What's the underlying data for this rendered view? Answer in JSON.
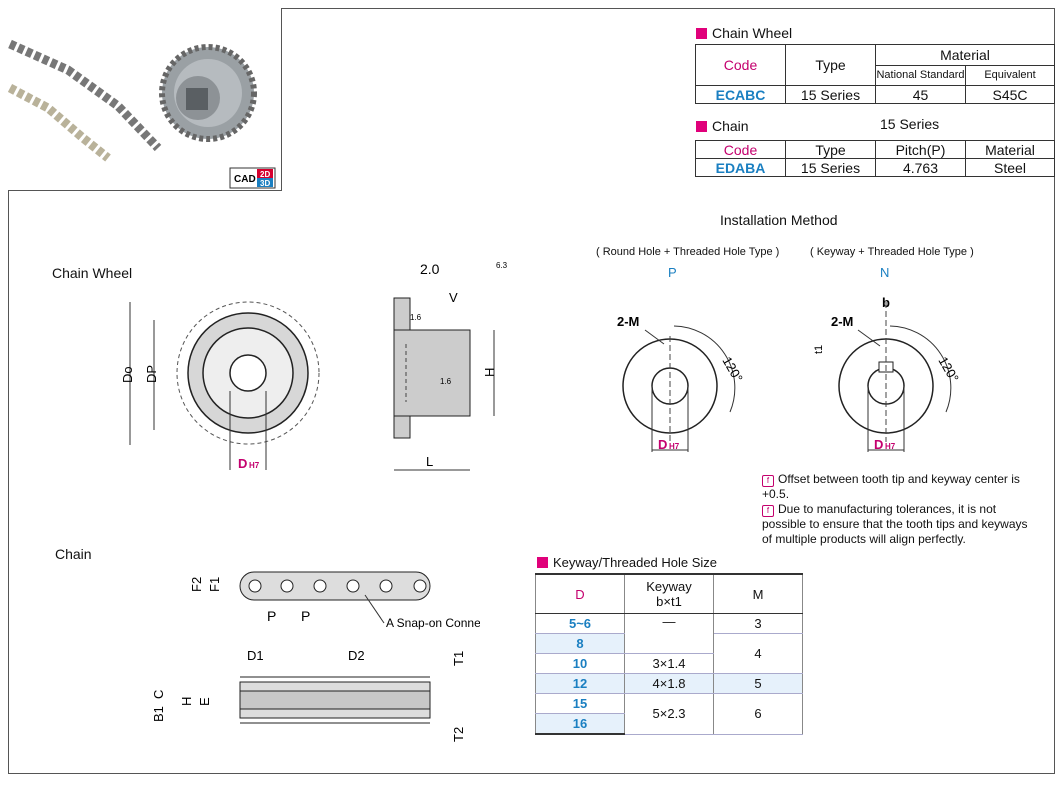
{
  "chain_wheel_table": {
    "title": "Chain Wheel",
    "headers": {
      "code": "Code",
      "type": "Type",
      "material": "Material",
      "national_standard": "National Standard",
      "equivalent": "Equivalent"
    },
    "row": {
      "code": "ECABC",
      "type": "15 Series",
      "national": "45",
      "equivalent": "S45C"
    }
  },
  "chain_table": {
    "title": "Chain",
    "series_note": "15 Series",
    "headers": {
      "code": "Code",
      "type": "Type",
      "pitch": "Pitch(P)",
      "material": "Material"
    },
    "row": {
      "code": "EDABA",
      "type": "15 Series",
      "pitch": "4.763",
      "material": "Steel"
    }
  },
  "photo": {
    "cad_label": "CAD",
    "badge_2d": "2D",
    "badge_3d": "3D"
  },
  "installation": {
    "title": "Installation Method",
    "round": {
      "caption": "( Round Hole + Threaded Hole Type )",
      "letter": "P",
      "label_2m": "2-M",
      "angle": "120°",
      "dh7": "D",
      "dh7_sub": "H7"
    },
    "keyway": {
      "caption": "( Keyway + Threaded Hole Type )",
      "letter": "N",
      "label_2m": "2-M",
      "angle": "120°",
      "b": "b",
      "t1": "t1",
      "dh7": "D",
      "dh7_sub": "H7"
    }
  },
  "wheel_drawing": {
    "title": "Chain Wheel",
    "do": "Do",
    "dp": "DP",
    "dh7": "D",
    "dh7_sub": "H7",
    "dim_20": "2.0",
    "v": "V",
    "h": "H",
    "l": "L",
    "r16a": "1.6",
    "r16b": "1.6",
    "r63": "6.3"
  },
  "chain_drawing": {
    "title": "Chain",
    "f2": "F2",
    "f1": "F1",
    "p": "P",
    "connector": "A Snap-on Connector",
    "d1": "D1",
    "d2": "D2",
    "t1": "T1",
    "t2": "T2",
    "c": "C",
    "h": "H",
    "e": "E",
    "b1": "B1"
  },
  "notes": [
    "Offset between tooth tip and keyway center is +0.5.",
    "Due to manufacturing tolerances, it is not possible to ensure that the tooth tips and keyways of multiple products will align perfectly."
  ],
  "note_icon": "f",
  "keyway_table": {
    "title": "Keyway/Threaded Hole Size",
    "headers": {
      "d": "D",
      "keyway": "Keyway",
      "keyway_sub": "b×t1",
      "m": "M"
    },
    "rows": [
      {
        "d": "5~6",
        "keyway": "—",
        "m": "3"
      },
      {
        "d": "8",
        "keyway": "",
        "m": "4"
      },
      {
        "d": "10",
        "keyway": "3×1.4",
        "m": ""
      },
      {
        "d": "12",
        "keyway": "4×1.8",
        "m": "5"
      },
      {
        "d": "15",
        "keyway": "5×2.3",
        "m": "6"
      },
      {
        "d": "16",
        "keyway": "",
        "m": ""
      }
    ]
  }
}
